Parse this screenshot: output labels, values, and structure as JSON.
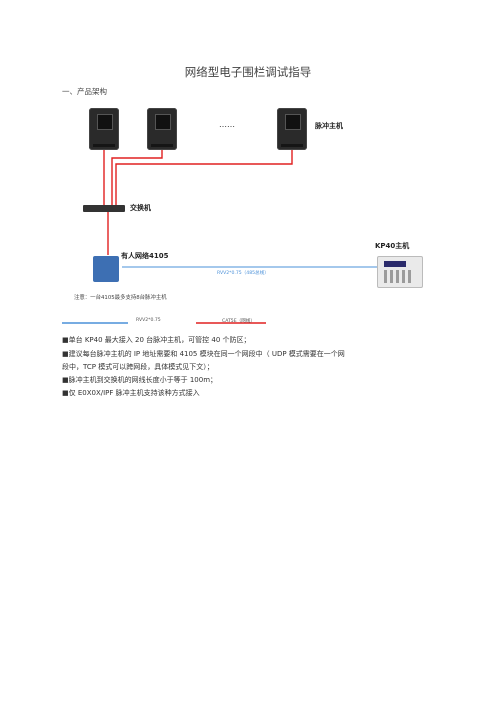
{
  "doc": {
    "title": "网络型电子围栏调试指导",
    "section1": "一、产品架构"
  },
  "diagram": {
    "ellipsis": "……",
    "pulse_label": "脉冲主机",
    "switch_label": "交换机",
    "module_label": "有人网络4105",
    "kp40_label": "KP40主机",
    "link_label": "RVV2*0.75（485总线）",
    "note": "注意：一台4105最多支持8台脉冲主机",
    "legend_blue": "RVV2*0.75",
    "legend_red": "CAT5E（网线）",
    "colors": {
      "red": "#e02020",
      "blue": "#4a90d9"
    }
  },
  "bullets": [
    "■单台 KP40 最大接入 20 台脉冲主机，可管控 40 个防区；",
    "■建议每台脉冲主机的 IP 地址需要和 4105 模块在同一个网段中（ UDP 模式需要在一个网",
    "段中，TCP 模式可以跨网段，具体模式见下文）；",
    "■脉冲主机到交换机的网线长度小于等于 100m；",
    "■仅 E0X0X/IPF 脉冲主机支持该种方式接入"
  ]
}
